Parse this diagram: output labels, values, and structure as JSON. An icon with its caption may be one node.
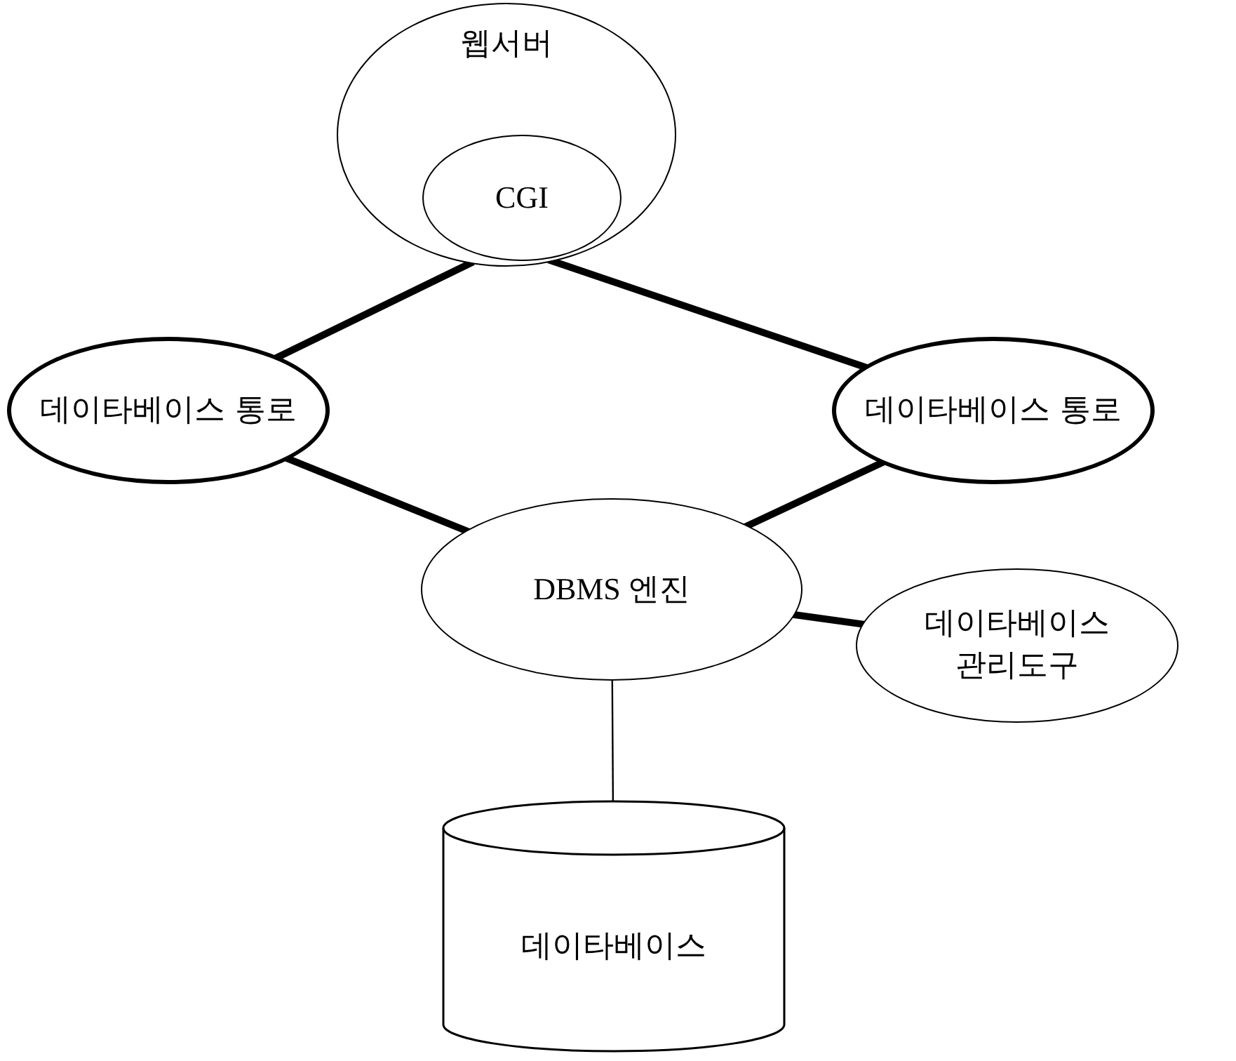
{
  "diagram": {
    "nodes": [
      {
        "text": [
          "웹서버"
        ]
      },
      {
        "text": [
          "CGI"
        ],
        "in": 0
      },
      {
        "text": [
          "데이타베이스 통로"
        ]
      },
      {
        "text": [
          "데이타베이스 통로"
        ]
      },
      {
        "text": [
          "DBMS 엔진"
        ]
      },
      {
        "text": [
          "데이타베이스 관리도구"
        ]
      },
      {
        "text": [
          "데이타베이스"
        ]
      }
    ],
    "edges": [
      {
        "from": 0,
        "to": 2,
        "arrow": "none"
      },
      {
        "from": 0,
        "to": 3,
        "arrow": "none"
      },
      {
        "from": 2,
        "to": 4,
        "arrow": "none"
      },
      {
        "from": 3,
        "to": 4,
        "arrow": "none"
      },
      {
        "from": 4,
        "to": 5,
        "arrow": "none"
      },
      {
        "from": 4,
        "to": 6,
        "arrow": "none"
      }
    ]
  }
}
